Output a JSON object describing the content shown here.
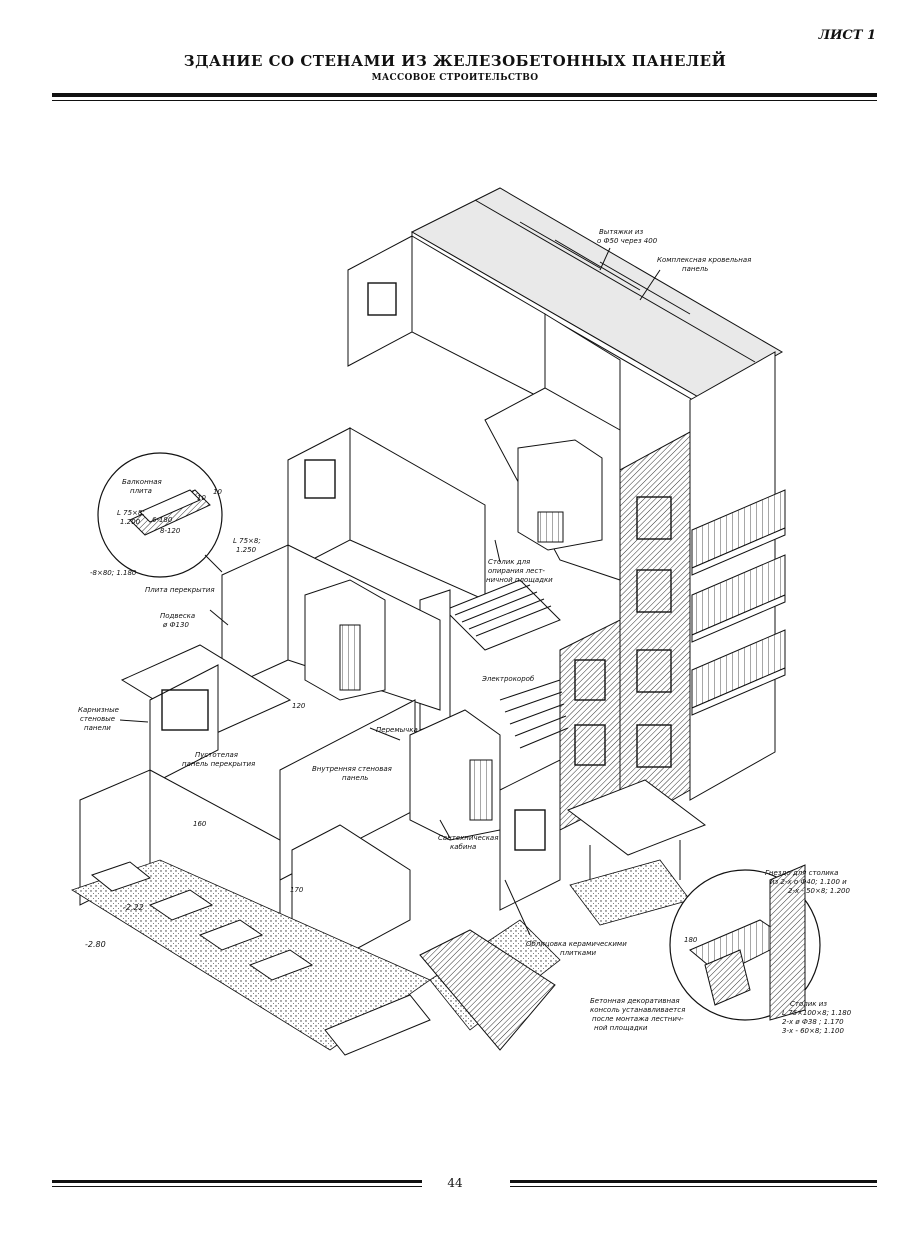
{
  "header": {
    "sheet": "ЛИСТ 1",
    "title": "ЗДАНИЕ СО СТЕНАМИ ИЗ ЖЕЛЕЗОБЕТОННЫХ ПАНЕЛЕЙ",
    "subtitle": "МАССОВОЕ СТРОИТЕЛЬСТВО"
  },
  "labels": {
    "vytyazhki_1": "Вытяжки из",
    "vytyazhki_2": "о Ф50 через 400",
    "roof_panel_1": "Комплексная кровельная",
    "roof_panel_2": "панель",
    "stolik_1": "Столик для",
    "stolik_2": "опирания лест-",
    "stolik_3": "ничной площадки",
    "electro": "Электрокороб",
    "podveska_1": "Подвеска",
    "podveska_2": "ø Ф130",
    "karniznye_1": "Карнизные",
    "karniznye_2": "стеновые",
    "karniznye_3": "панели",
    "pustotelaya_1": "Пустотелая",
    "pustotelaya_2": "панель перекрытия",
    "vnutr_1": "Внутренняя стеновая",
    "vnutr_2": "панель",
    "peremychka": "Перемычка",
    "santeh_1": "Сантехническая",
    "santeh_2": "кабина",
    "oblicovka_1": "Облицовка керамическими",
    "oblicovka_2": "плитками",
    "level_1": "-2.22",
    "level_2": "-2.80",
    "mark_120": "120",
    "mark_160": "160",
    "mark_170": "170"
  },
  "detail_left": {
    "balkon_1": "Балконная",
    "balkon_2": "плита",
    "angle_1": "L 75×8;",
    "angle_2": "1.200",
    "angle_3": "L 75×8;",
    "angle_4": "1.250",
    "strip": "-8×80; 1.180",
    "plita": "Плита перекрытия",
    "dim_10a": "10",
    "dim_10b": "10",
    "dim_6180": "6-180",
    "dim_8120": "8-120"
  },
  "detail_right": {
    "gnezdo_1": "Гнездо для столика",
    "gnezdo_2": "из 2-х о Ф40; 1.100 и",
    "gnezdo_3": "2-х - 50×8; 1.200",
    "console_1": "Бетонная декоративная",
    "console_2": "консоль устанавливается",
    "console_3": "после монтажа лестнич-",
    "console_4": "ной площадки",
    "stolik_1": "Столик из",
    "stolik_2": "L 75×100×8; 1.180",
    "stolik_3": "2-х ø Ф38 ; 1.170",
    "stolik_4": "3-х - 60×8; 1.100",
    "dim": "180"
  },
  "footer": {
    "page": "44"
  }
}
